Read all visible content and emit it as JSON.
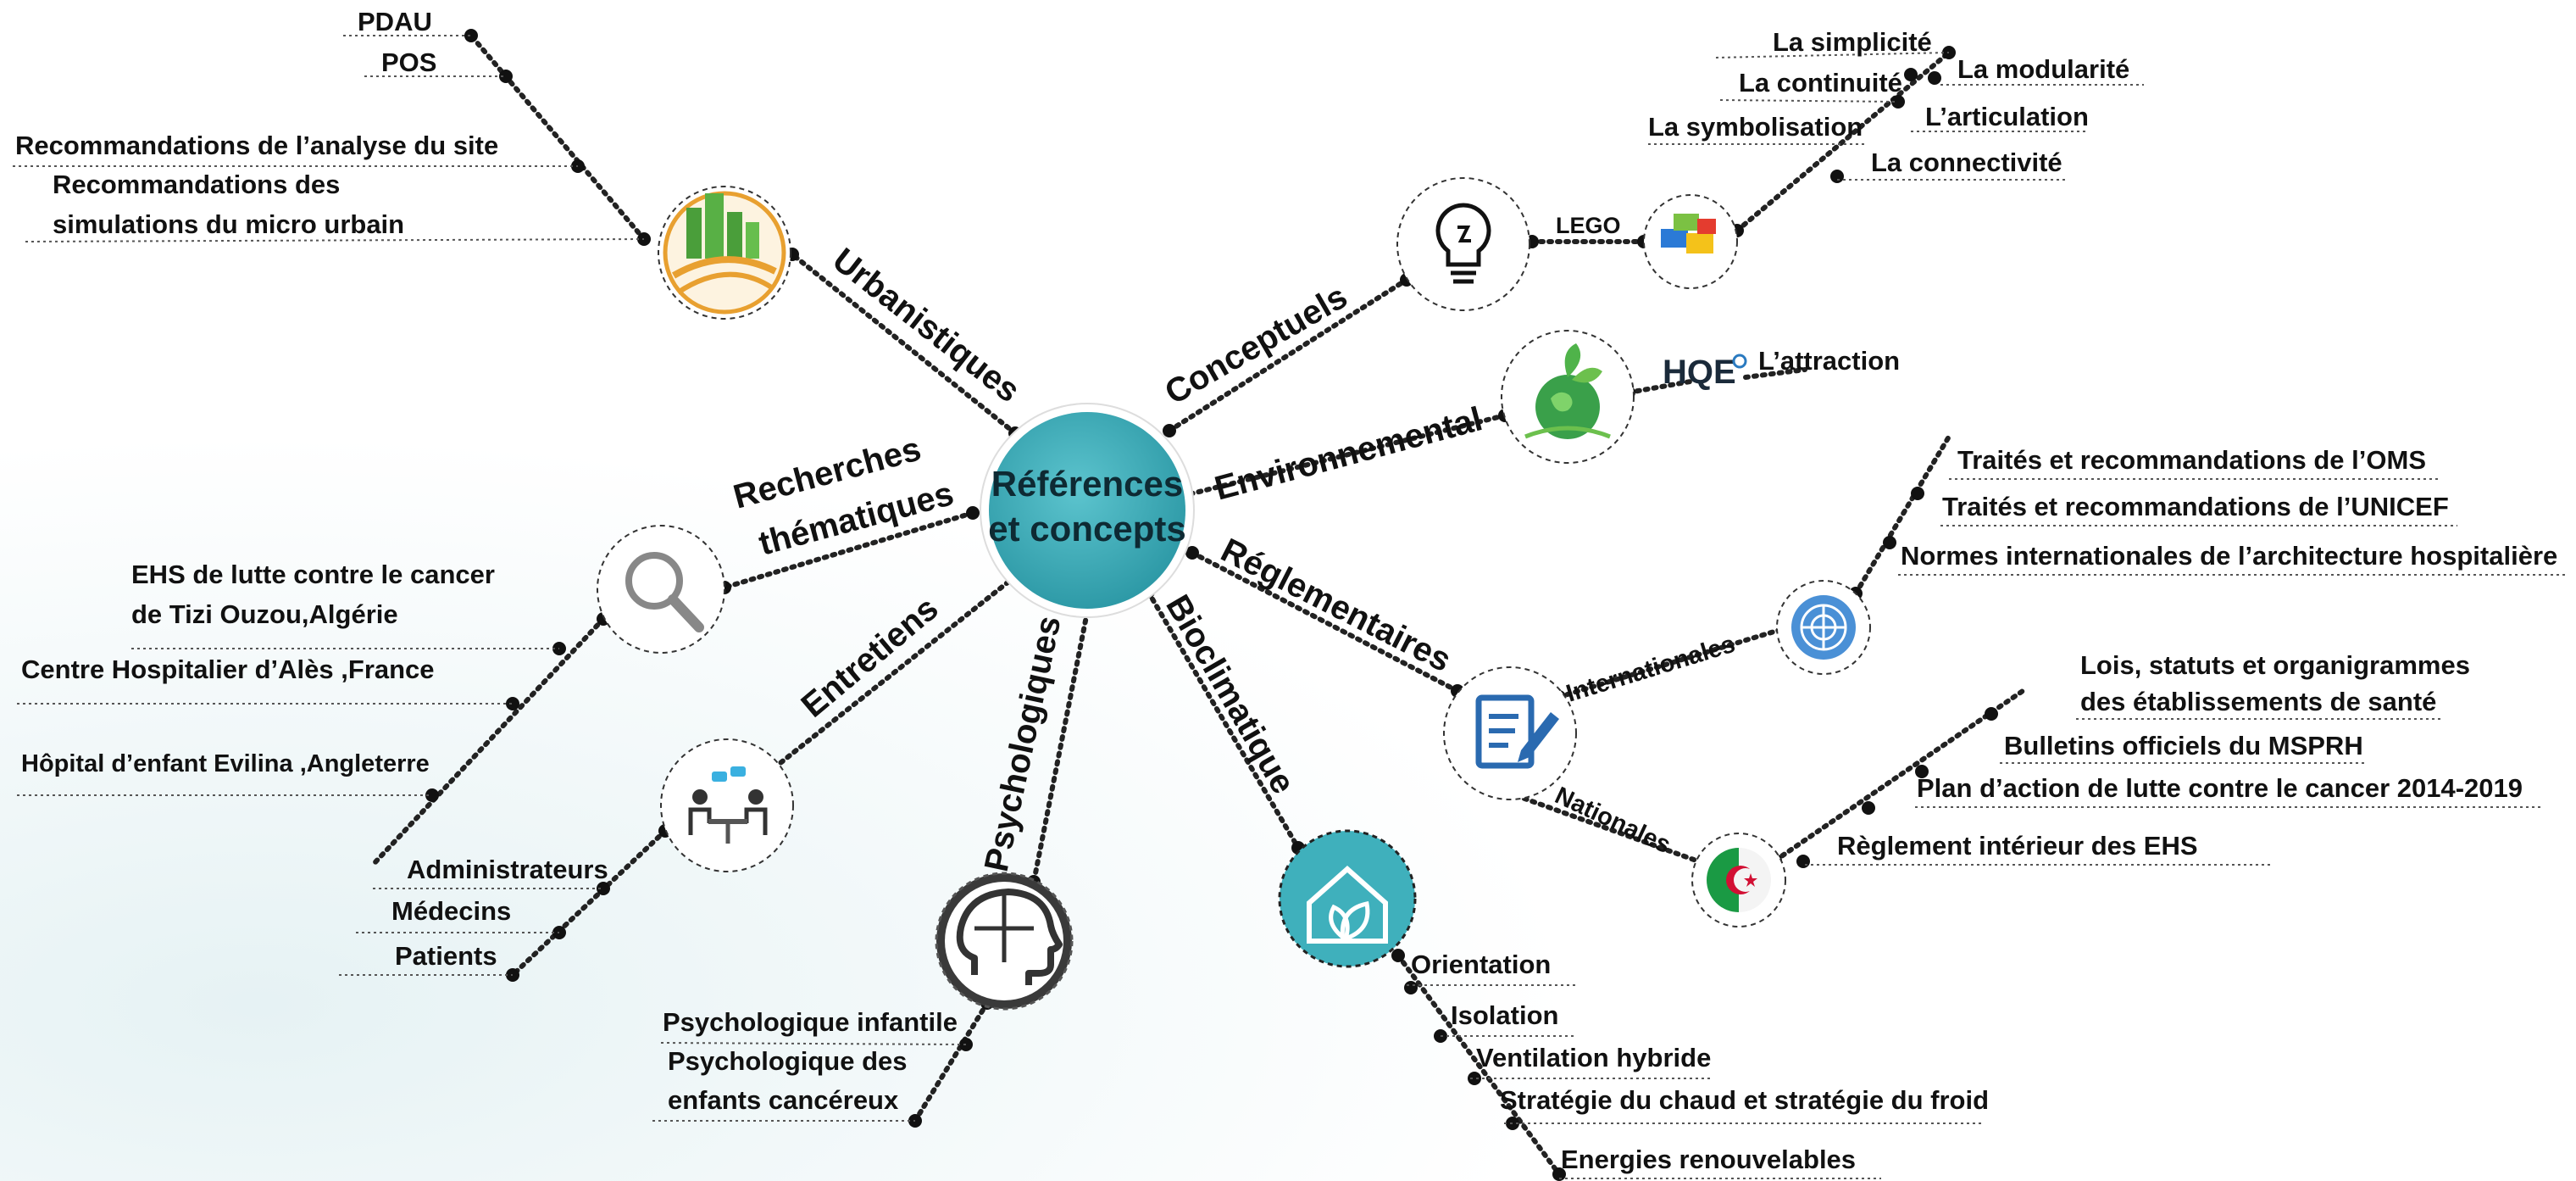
{
  "center": {
    "line1": "Références",
    "line2": "et concepts"
  },
  "branches": {
    "urbanistiques": "Urbanistiques",
    "conceptuels": "Conceptuels",
    "environnemental": "Environnemental",
    "reglementaires": "Réglementaires",
    "bioclimatique": "Bioclimatique",
    "psychologiques": "Psychologiques",
    "entretiens": "Entretiens",
    "recherches_line1": "Recherches",
    "recherches_line2": "thématiques"
  },
  "urbanistiques_items": {
    "pdau": "PDAU",
    "pos": "POS",
    "rec_site": "Recommandations de l’analyse du site",
    "rec_sim_line1": "Recommandations des",
    "rec_sim_line2": "simulations du micro urbain"
  },
  "conceptuels": {
    "lego": "LEGO",
    "items": [
      "La simplicité",
      "La modularité",
      "La continuité",
      "L’articulation",
      "La symbolisation",
      "La connectivité"
    ]
  },
  "environnemental": {
    "hqe_logo": "HQE",
    "attraction": "L’attraction"
  },
  "reglementaires": {
    "internationales": "Internationales",
    "nationales": "Nationales",
    "intl_items": [
      "Traités et recommandations de l’OMS",
      "Traités et recommandations de l’UNICEF",
      "Normes internationales de l’architecture hospitalière"
    ],
    "nat_items": {
      "lois_line1": "Lois, statuts et organigrammes",
      "lois_line2": "des établissements de santé",
      "bulletins": "Bulletins officiels du MSPRH",
      "plan": "Plan d’action de lutte contre le cancer 2014-2019",
      "reglement": "Règlement intérieur des EHS"
    }
  },
  "bioclimatique_items": [
    "Orientation",
    "Isolation",
    "Ventilation hybride",
    "Stratégie du chaud et stratégie du froid",
    "Energies  renouvelables"
  ],
  "psychologiques_items": {
    "infantile": "Psychologique infantile",
    "cancer_line1": "Psychologique des",
    "cancer_line2": "enfants cancéreux"
  },
  "entretiens_items": [
    "Administrateurs",
    "Médecins",
    "Patients"
  ],
  "recherches_items": {
    "tizi_line1": "EHS de lutte contre le cancer",
    "tizi_line2": "de Tizi Ouzou,Algérie",
    "ales": "Centre Hospitalier d’Alès ,France",
    "evilina": "Hôpital d’enfant Evilina ,Angleterre"
  },
  "icons": [
    "city-icon",
    "lightbulb-icon",
    "lego-blocks-icon",
    "globe-plant-icon",
    "un-emblem-icon",
    "document-pen-icon",
    "algeria-flag-icon",
    "eco-house-icon",
    "head-puzzle-icon",
    "meeting-icon",
    "magnifier-icon"
  ],
  "colors": {
    "center_fill": "#3fb0bc",
    "house_fill": "#3fb0bc",
    "text": "#111111"
  }
}
